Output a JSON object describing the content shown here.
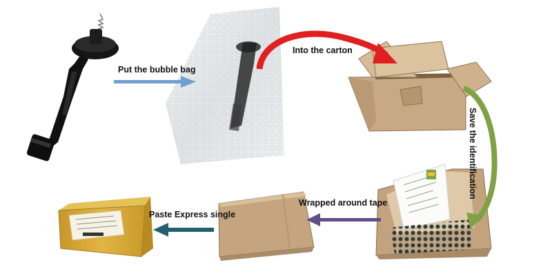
{
  "steps": {
    "bubble_bag": "Put the bubble bag",
    "carton": "Into the carton",
    "identification": "Save the identification",
    "tape": "Wrapped around tape",
    "express": "Paste Express single"
  },
  "colors": {
    "blue_arrow": "#6fa0cf",
    "red_arrow": "#e02020",
    "green_arrow": "#7ea244",
    "purple_arrow": "#5f4f86",
    "teal_arrow": "#245f6e",
    "cardboard": "#c9ab86",
    "yellow_box": "#d9a931"
  }
}
